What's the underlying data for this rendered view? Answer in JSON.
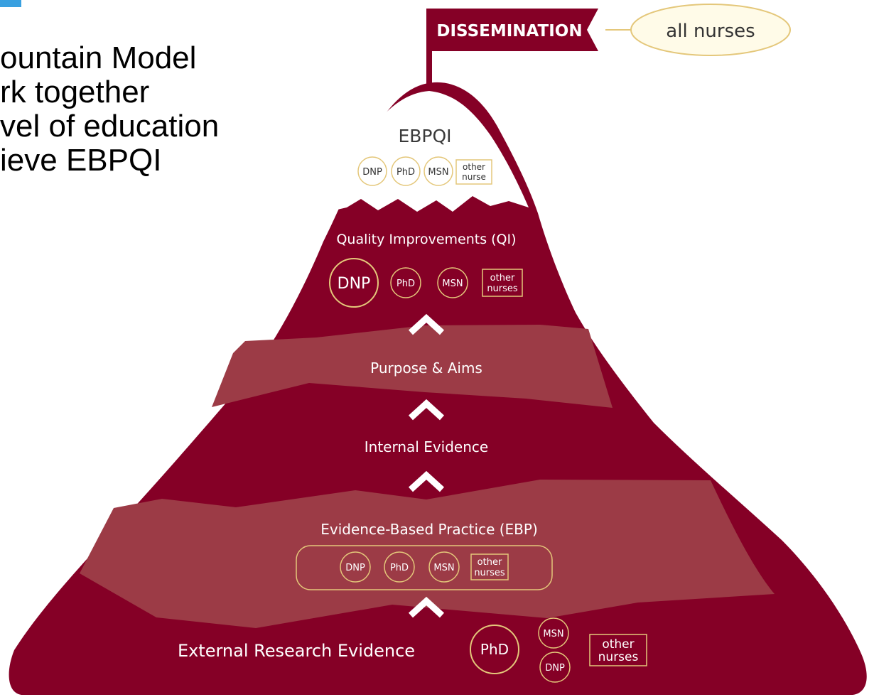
{
  "slide": {
    "text_lines": [
      "ountain Model",
      "rk together",
      "vel of education",
      "ieve EBPQI"
    ]
  },
  "flag": {
    "label": "DISSEMINATION",
    "target": "all nurses"
  },
  "summit": {
    "title": "EBPQI",
    "badges": [
      "DNP",
      "PhD",
      "MSN"
    ],
    "box_line1": "other",
    "box_line2": "nurse"
  },
  "qi": {
    "title": "Quality Improvements (QI)",
    "badges": [
      "DNP",
      "PhD",
      "MSN"
    ],
    "box_line1": "other",
    "box_line2": "nurses"
  },
  "purpose": {
    "title": "Purpose & Aims"
  },
  "internal": {
    "title": "Internal Evidence"
  },
  "ebp": {
    "title": "Evidence-Based Practice (EBP)",
    "badges": [
      "DNP",
      "PhD",
      "MSN"
    ],
    "box_line1": "other",
    "box_line2": "nurses"
  },
  "external": {
    "title": "External Research Evidence",
    "badges": [
      "PhD",
      "MSN",
      "DNP"
    ],
    "box_line1": "other",
    "box_line2": "nurses"
  },
  "colors": {
    "maroon": "#850026",
    "band": "#9c3b46",
    "gold": "#e4c77a",
    "cream": "#fffbe8"
  },
  "icons": {
    "step_arrow": "chevron-up-icon"
  }
}
